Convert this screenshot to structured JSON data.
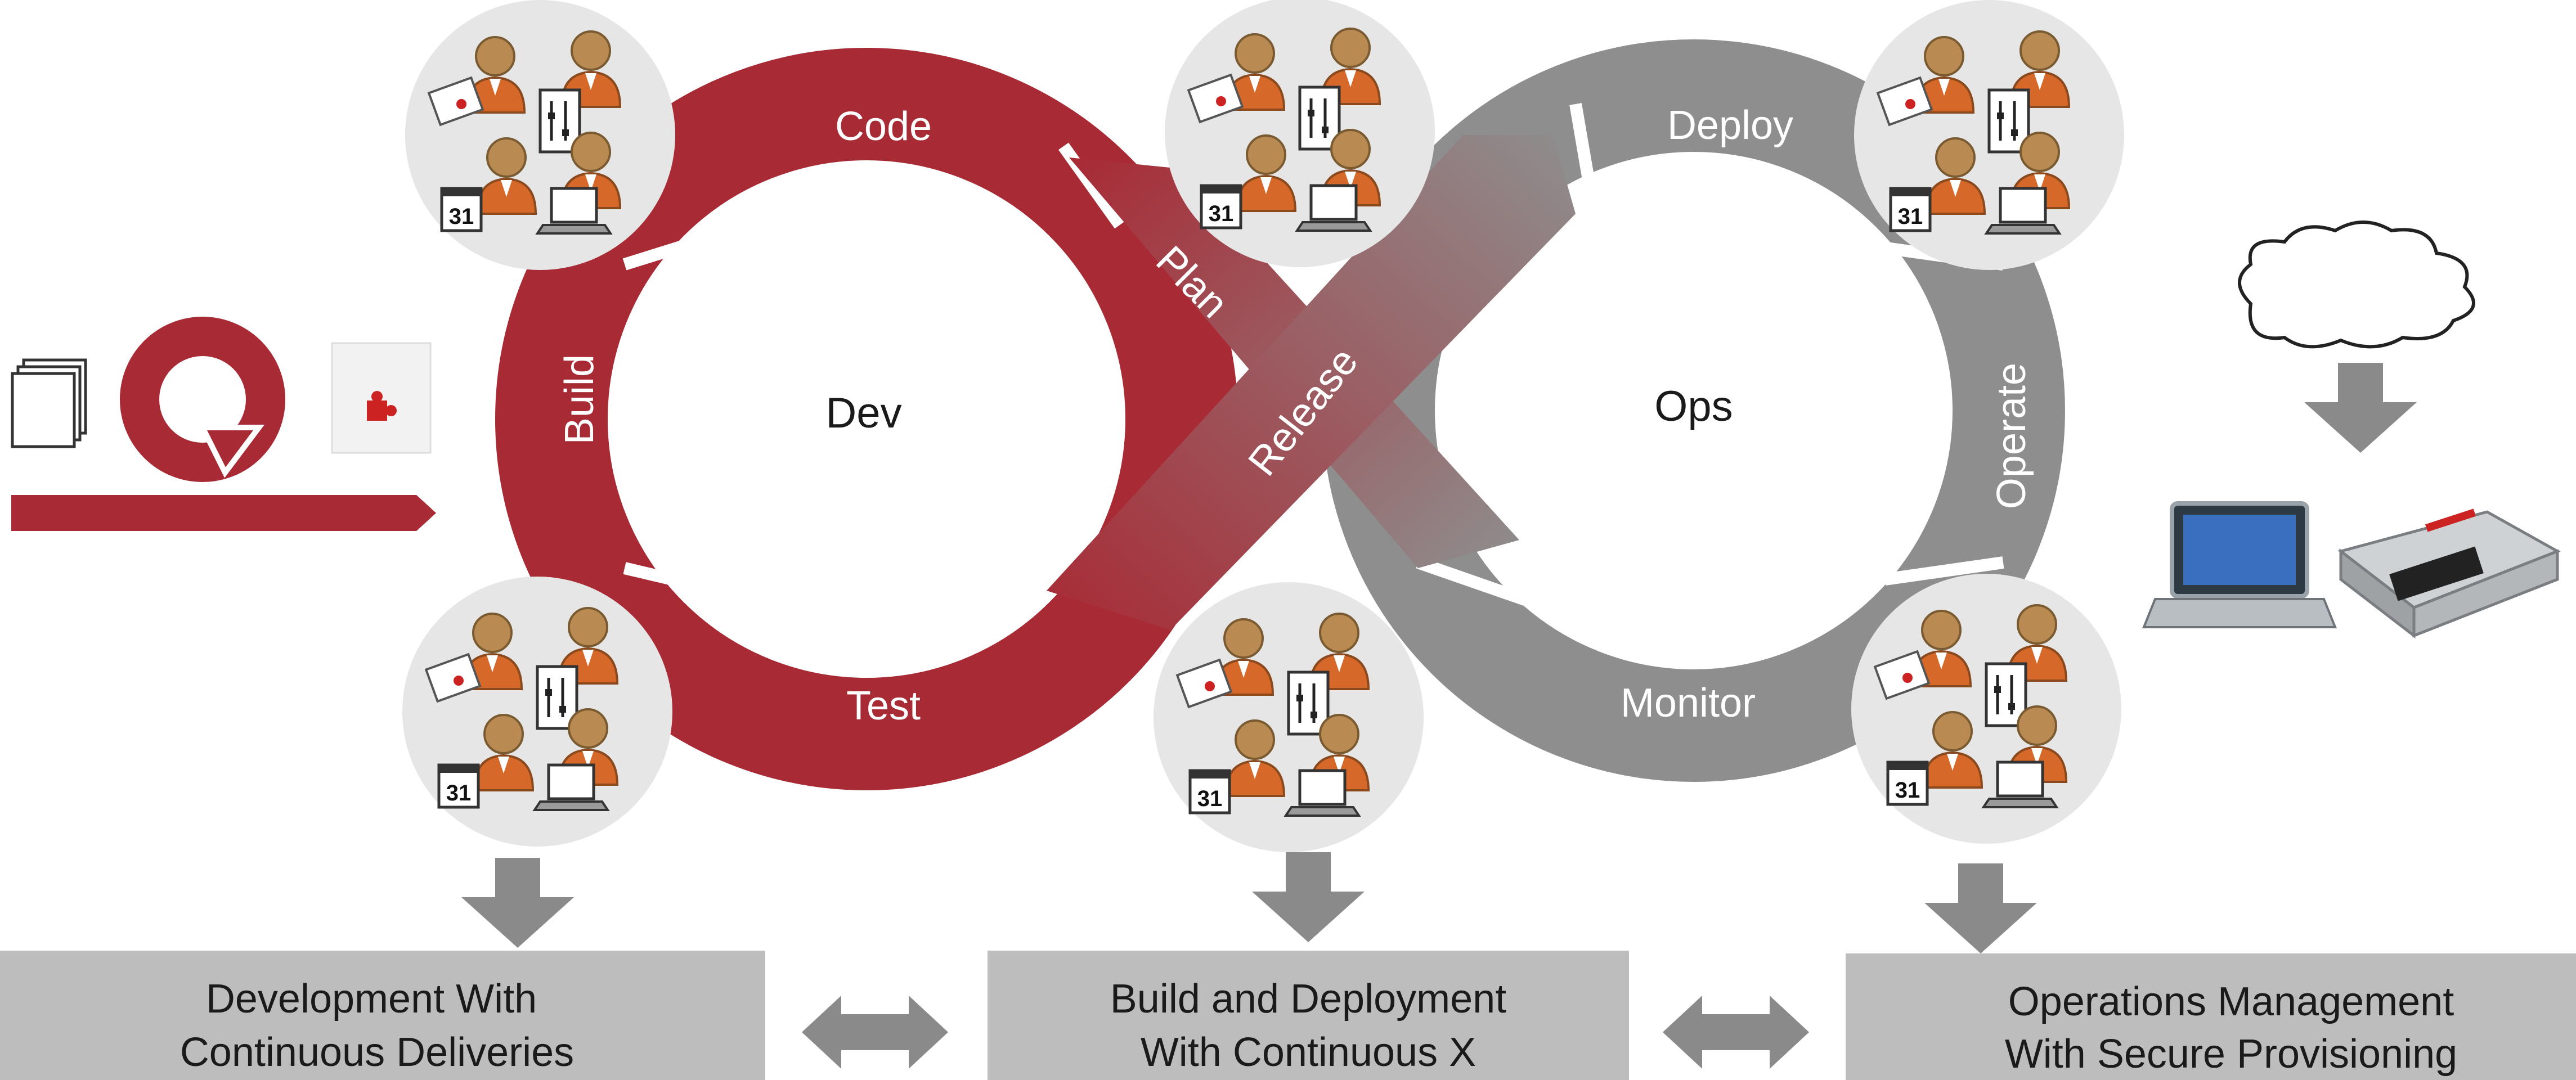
{
  "colors": {
    "dev_red": "#a82a35",
    "ops_gray": "#8e8e8e",
    "box_gray": "#bdbdbd",
    "arrow_gray": "#8a8a8a",
    "person_orange": "#d6682a",
    "person_head": "#b98a52",
    "team_circle": "#e6e6e6"
  },
  "dev_loop": {
    "center_label": "Dev",
    "segments": {
      "code": "Code",
      "build": "Build",
      "test": "Test",
      "plan": "Plan"
    }
  },
  "ops_loop": {
    "center_label": "Ops",
    "segments": {
      "deploy": "Deploy",
      "operate": "Operate",
      "monitor": "Monitor",
      "release": "Release"
    }
  },
  "team_icons": {
    "calendar_number": "31",
    "count": 6
  },
  "left_inputs": {
    "icons": [
      "document-stack-icon",
      "circular-arrow-icon",
      "puzzle-piece-icon",
      "input-arrow-icon"
    ]
  },
  "right_targets": {
    "icons": [
      "cloud-icon",
      "down-arrow-icon",
      "laptop-icon",
      "ecu-module-icon"
    ]
  },
  "bottom_boxes": [
    {
      "line1": "Development With",
      "line2": "Continuous Deliveries"
    },
    {
      "line1": "Build and Deployment",
      "line2": "With Continuous X"
    },
    {
      "line1": "Operations Management",
      "line2": "With Secure Provisioning"
    }
  ],
  "connectors": [
    "double-arrow-icon",
    "double-arrow-icon"
  ]
}
